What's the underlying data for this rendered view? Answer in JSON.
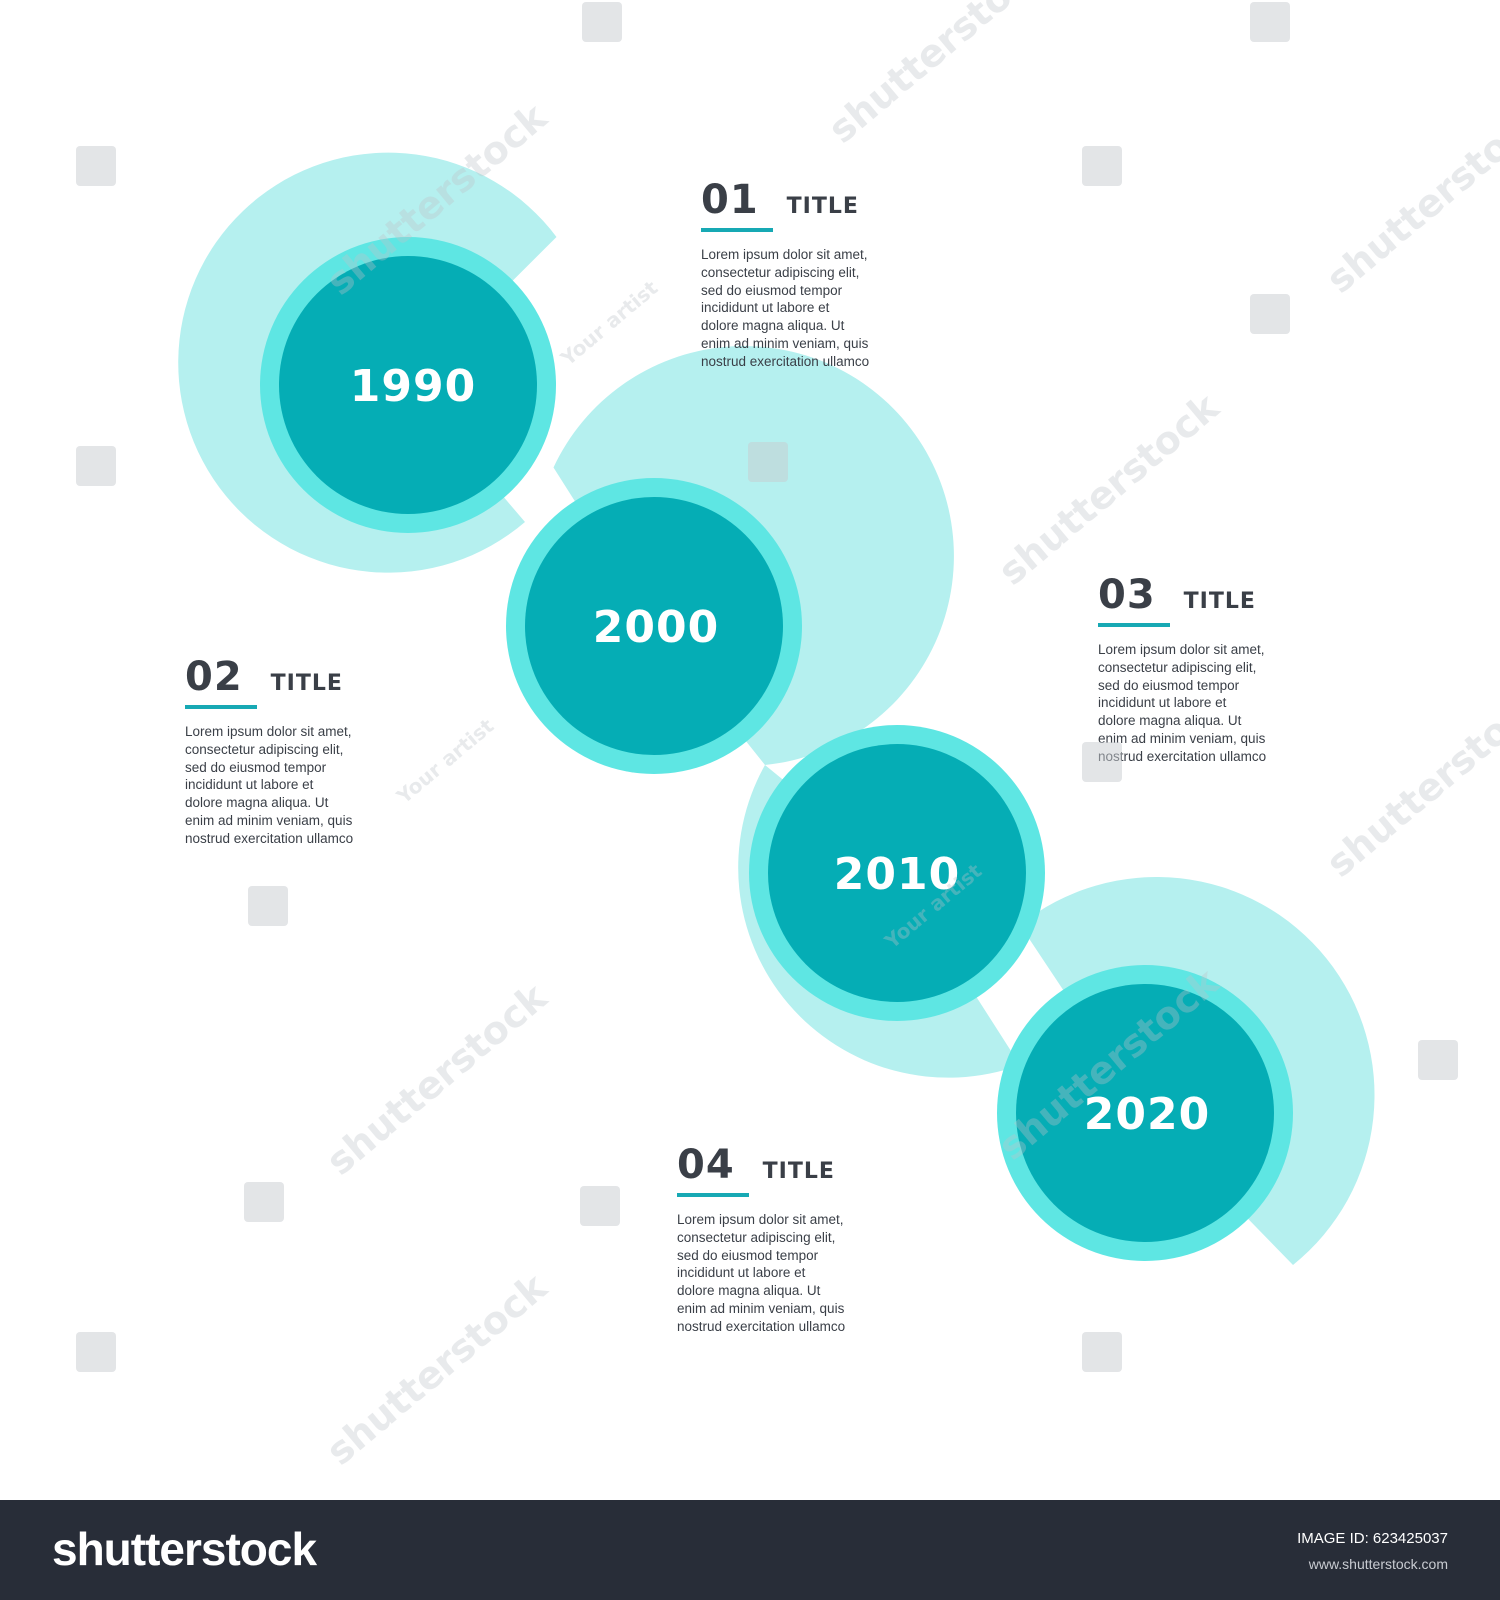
{
  "colors": {
    "halo": "#b5f0ef",
    "ring": "#5ee6e3",
    "core": "#05adb5",
    "accent_rule": "#17a9b4",
    "dark_text": "#3a3f47",
    "footer_bg": "#282d38"
  },
  "timeline": [
    {
      "year": "1990",
      "number": "01",
      "title": "TITLE",
      "text": "Lorem ipsum dolor sit amet,\nconsectetur adipiscing elit,\nsed do eiusmod tempor\nincididunt ut labore et\ndolore magna aliqua. Ut\nenim ad minim veniam, quis\nnostrud exercitation ullamco"
    },
    {
      "year": "2000",
      "number": "02",
      "title": "TITLE",
      "text": "Lorem ipsum dolor sit amet,\nconsectetur adipiscing elit,\nsed do eiusmod tempor\nincididunt ut labore et\ndolore magna aliqua. Ut\nenim ad minim veniam, quis\nnostrud exercitation ullamco"
    },
    {
      "year": "2010",
      "number": "03",
      "title": "TITLE",
      "text": "Lorem ipsum dolor sit amet,\nconsectetur adipiscing elit,\nsed do eiusmod tempor\nincididunt ut labore et\ndolore magna aliqua. Ut\nenim ad minim veniam, quis\nnostrud exercitation ullamco"
    },
    {
      "year": "2020",
      "number": "04",
      "title": "TITLE",
      "text": "Lorem ipsum dolor sit amet,\nconsectetur adipiscing elit,\nsed do eiusmod tempor\nincididunt ut labore et\ndolore magna aliqua. Ut\nenim ad minim veniam, quis\nnostrud exercitation ullamco"
    }
  ],
  "watermark": {
    "brand": "shutterstock",
    "artist": "Your artist"
  },
  "footer": {
    "logo": "shutterstock",
    "image_id": "IMAGE ID: 623425037",
    "site": "www.shutterstock.com"
  }
}
